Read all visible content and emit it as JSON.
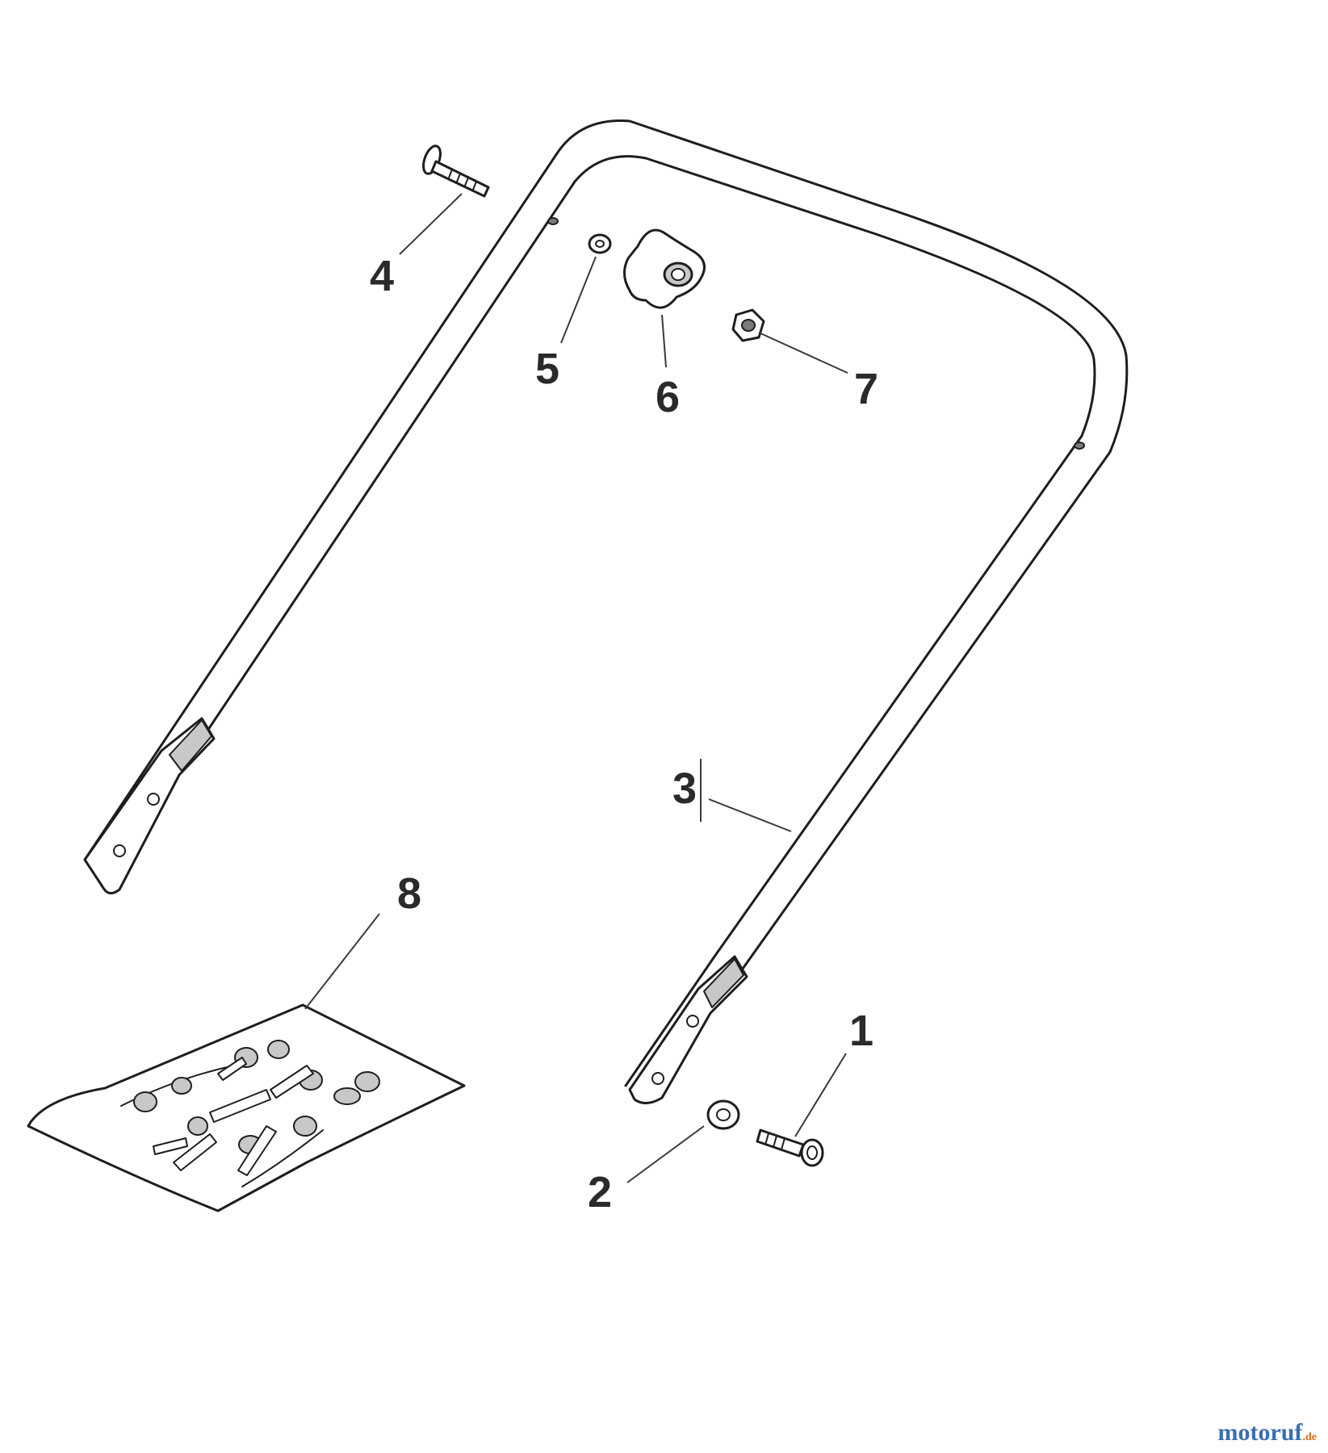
{
  "parts": {
    "p1": "1",
    "p2": "2",
    "p3": "3",
    "p4": "4",
    "p5": "5",
    "p6": "6",
    "p7": "7",
    "p8": "8"
  },
  "watermark": {
    "main": "motoruf",
    "suffix": ".de"
  }
}
